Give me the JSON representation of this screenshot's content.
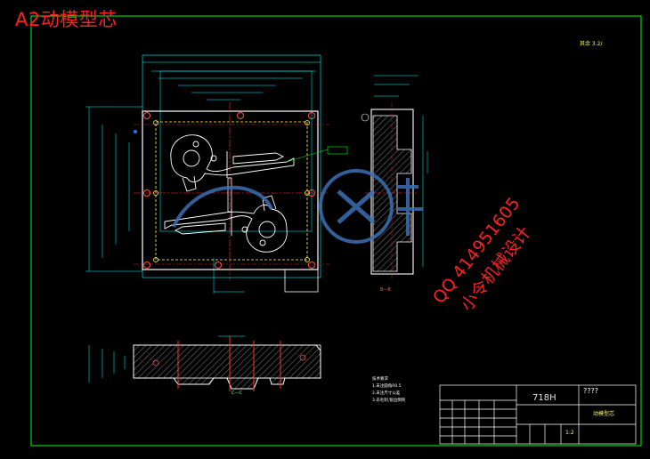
{
  "title": "A2动模型芯",
  "watermark": {
    "qq": "QQ 414951605",
    "name": "小令机械设计"
  },
  "scale_note": "其余 3.2/",
  "title_block": {
    "material": "718H",
    "code": "????",
    "part_name": "动模型芯",
    "scale": "1:2"
  },
  "section_labels": {
    "b": "B—B",
    "c": "C—C"
  },
  "tech_notes": {
    "heading": "技术要求",
    "items": [
      "1.未注圆角R0.5",
      "2.未注尺寸公差",
      "3.去毛刺,锐边倒钝"
    ]
  },
  "colors": {
    "background": "#000000",
    "frame": "#00ff00",
    "outline": "#ffffff",
    "dimension": "#00ffff",
    "center": "#ff3030",
    "hidden": "#ffff40",
    "title_text": "#ff2020",
    "watermark_logo": "#3b6fb5"
  }
}
